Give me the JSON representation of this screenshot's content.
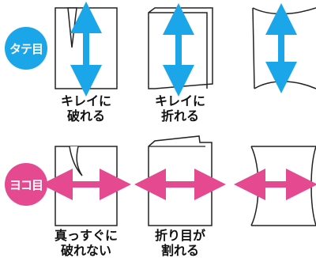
{
  "colors": {
    "vertical_badge": "#1aa6e8",
    "vertical_arrow": "#1aa6e8",
    "horizontal_badge": "#e5498f",
    "horizontal_arrow": "#e5498f",
    "stroke": "#222222"
  },
  "rows": {
    "vertical": {
      "label": "タテ目",
      "captions": [
        {
          "line1": "キレイに",
          "line2": "破れる"
        },
        {
          "line1": "キレイに",
          "line2": "折れる"
        }
      ]
    },
    "horizontal": {
      "label": "ヨコ目",
      "captions": [
        {
          "line1": "真っすぐに",
          "line2": "破れない"
        },
        {
          "line1": "折り目が",
          "line2": "割れる"
        }
      ]
    }
  }
}
